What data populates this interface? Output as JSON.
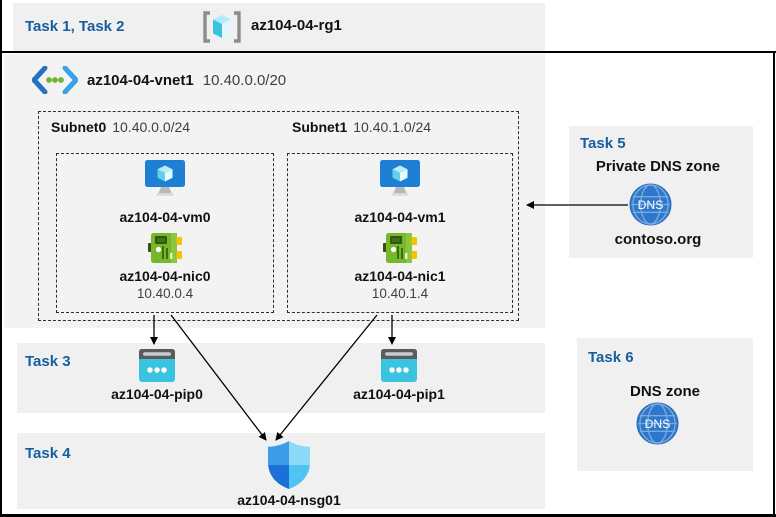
{
  "header": {
    "tasks": "Task 1, Task 2",
    "resource_group": "az104-04-rg1",
    "rg_icon": "resource-group-icon"
  },
  "vnet": {
    "name": "az104-04-vnet1",
    "cidr": "10.40.0.0/20",
    "icon": "virtual-network-icon",
    "subnets": [
      {
        "name": "Subnet0",
        "cidr": "10.40.0.0/24",
        "vm": "az104-04-vm0",
        "nic": "az104-04-nic0",
        "ip": "10.40.0.4"
      },
      {
        "name": "Subnet1",
        "cidr": "10.40.1.0/24",
        "vm": "az104-04-vm1",
        "nic": "az104-04-nic1",
        "ip": "10.40.1.4"
      }
    ]
  },
  "task3": {
    "label": "Task 3",
    "pip0": "az104-04-pip0",
    "pip1": "az104-04-pip1",
    "icon": "public-ip-icon"
  },
  "task4": {
    "label": "Task 4",
    "nsg": "az104-04-nsg01",
    "icon": "nsg-shield-icon"
  },
  "task5": {
    "label": "Task 5",
    "title": "Private DNS zone",
    "zone": "contoso.org",
    "icon": "dns-zone-icon"
  },
  "task6": {
    "label": "Task 6",
    "title": "DNS zone",
    "icon": "dns-zone-icon"
  },
  "icons": {
    "dns_text": "DNS"
  },
  "connections": [
    {
      "from": "az104-04-nic0",
      "to": "az104-04-pip0"
    },
    {
      "from": "az104-04-nic1",
      "to": "az104-04-pip1"
    },
    {
      "from": "az104-04-nic0",
      "to": "az104-04-nsg01"
    },
    {
      "from": "az104-04-nic1",
      "to": "az104-04-nsg01"
    },
    {
      "from": "contoso.org",
      "to": "Subnet1"
    }
  ],
  "colors": {
    "task_label_blue": "#175E9E",
    "panel_gray": "#F0F0F0",
    "vnet_gray": "#F3F3F3",
    "public_ip_cyan": "#32BEDD",
    "nic_green": "#76B82A",
    "dns_blue": "#2E78CC",
    "vm_blue": "#1E7FD4",
    "arrow": "#000000"
  }
}
